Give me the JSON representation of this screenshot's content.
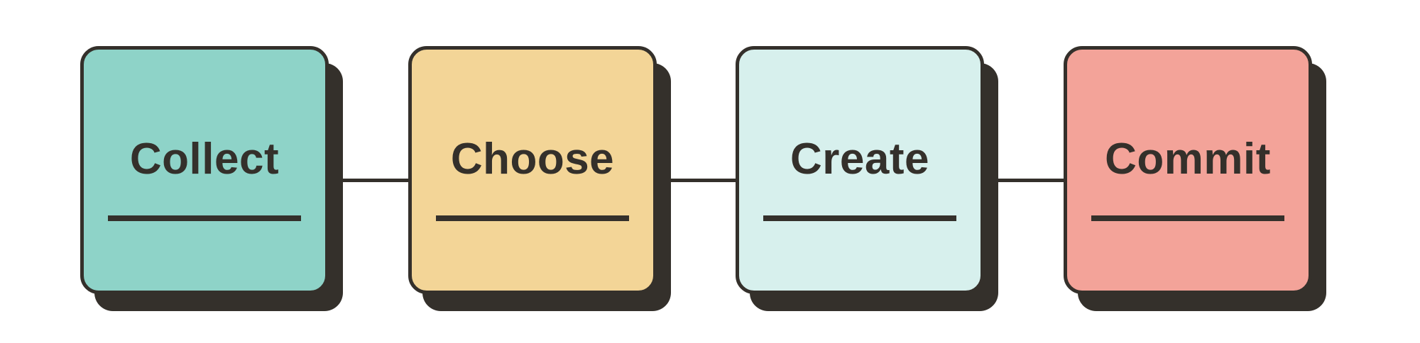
{
  "diagram": {
    "title": "four-step process flow",
    "background_color": "#ffffff",
    "ink_color": "#34302b",
    "connector": {
      "color": "#34302b",
      "orientation": "horizontal"
    },
    "steps": [
      {
        "label": "Collect",
        "color": "#8ed3c8"
      },
      {
        "label": "Choose",
        "color": "#f3d597"
      },
      {
        "label": "Create",
        "color": "#d7f0ed"
      },
      {
        "label": "Commit",
        "color": "#f3a399"
      }
    ]
  }
}
